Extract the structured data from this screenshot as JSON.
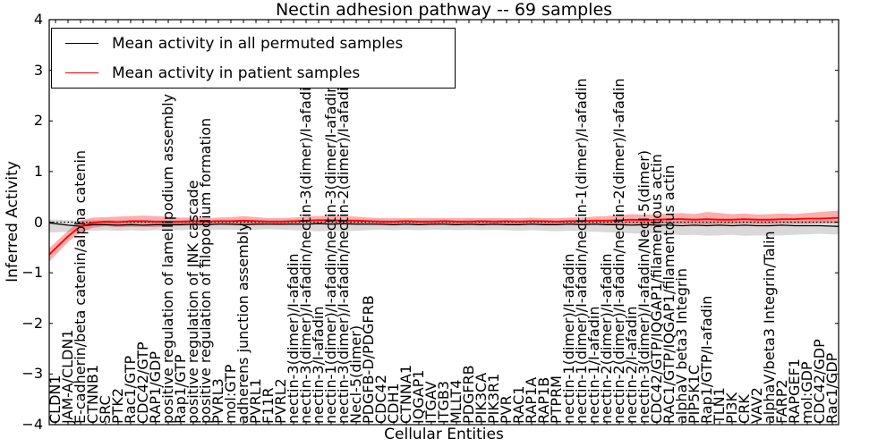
{
  "title": "Nectin adhesion pathway -- 69 samples",
  "axes": {
    "xlabel": "Cellular Entities",
    "ylabel": "Inferred Activity",
    "ylim": [
      -4,
      4
    ],
    "ytick_values": [
      4,
      3,
      2,
      1,
      0,
      -1,
      -2,
      -3,
      -4
    ],
    "ytick_labels": [
      "4",
      "3",
      "2",
      "1",
      "0",
      "−1",
      "−2",
      "−3",
      "−4"
    ]
  },
  "legend": {
    "entries": [
      {
        "label": "Mean activity in all permuted samples",
        "color": "#000000"
      },
      {
        "label": "Mean activity in patient samples",
        "color": "#ff0000"
      }
    ]
  },
  "chart_data": {
    "type": "line",
    "title": "Nectin adhesion pathway -- 69 samples",
    "xlabel": "Cellular Entities",
    "ylabel": "Inferred Activity",
    "ylim": [
      -4,
      4
    ],
    "grid": false,
    "legend_position": "upper left",
    "zero_line_y": 0,
    "categories": [
      "CLDN1",
      "JAM-A/CLDN1",
      "E-cadherin/beta catenin/alpha catenin",
      "CTNNB1",
      "SRC",
      "PTK2",
      "Rac1/GTP",
      "CDC42/GTP",
      "RAP1/GDP",
      "positive regulation of lamellipodium assembly",
      "Rap1/GTP",
      "positive regulation of JNK cascade",
      "positive regulation of filopodium formation",
      "PVRL3",
      "mol:GTP",
      "adherens junction assembly",
      "PVRL1",
      "F11R",
      "PVRL2",
      "nectin-3(dimer)/I-afadin",
      "nectin-3(dimer)/I-afadin/nectin-3(dimer)/I-afadin",
      "nectin-3/I-afadin",
      "nectin-1(dimer)/I-afadin/nectin-3(dimer/I-afadin",
      "nectin-3(dimer)/I-afadin/nectin-2(dimer)/I-afadin",
      "Necl-5(dimer)",
      "PDGFB-D/PDGFRB",
      "CDC42",
      "CDH1",
      "CTNNA1",
      "IQGAP1",
      "ITGAV",
      "ITGB3",
      "MLLT4",
      "PDGFRB",
      "PIK3CA",
      "PIK3R1",
      "PVR",
      "RAC1",
      "RAP1A",
      "RAP1B",
      "PTPRM",
      "nectin-1(dimer)/I-afadin",
      "nectin-1(dimer)/I-afadin/nectin-1(dimer)/I-afadin",
      "nectin-1/I-afadin",
      "nectin-2(dimer)/I-afadin",
      "nectin-2(dimer)/I-afadin/nectin-2(dimer)/I-afadin",
      "nectin-2/I-afadin",
      "nectin-3(dimer)/I-afadin/Necl-5(dimer)",
      "CDC42/GTP/IQGAP1/filamentous actin",
      "RAC1/GTP/IQGAP1/filamentous actin",
      "alphaV beta3 Integrin",
      "PIP5K1C",
      "Rap1/GTP/I-afadin",
      "TLN1",
      "PI3K",
      "CRK",
      "VAV2",
      "alphaV/beta3 Integrin/Talin",
      "FARP2",
      "RAPGEF1",
      "mol:GDP",
      "CDC42/GDP",
      "Rac1/GDP"
    ],
    "series": [
      {
        "name": "Mean activity in all permuted samples",
        "color": "#000000",
        "band_color": "rgba(0,0,0,0.15)",
        "values": [
          -0.03,
          -0.06,
          -0.08,
          -0.05,
          -0.05,
          -0.06,
          -0.05,
          -0.06,
          -0.05,
          -0.05,
          -0.05,
          -0.04,
          -0.05,
          -0.04,
          -0.04,
          -0.05,
          -0.04,
          -0.04,
          -0.04,
          -0.04,
          -0.04,
          -0.03,
          -0.04,
          -0.03,
          -0.04,
          -0.04,
          -0.04,
          -0.05,
          -0.04,
          -0.05,
          -0.04,
          -0.04,
          -0.05,
          -0.04,
          -0.05,
          -0.04,
          -0.05,
          -0.05,
          -0.04,
          -0.05,
          -0.05,
          -0.04,
          -0.05,
          -0.04,
          -0.05,
          -0.05,
          -0.06,
          -0.05,
          -0.06,
          -0.06,
          -0.07,
          -0.06,
          -0.07,
          -0.06,
          -0.07,
          -0.06,
          -0.07,
          -0.07,
          -0.06,
          -0.07,
          -0.07,
          -0.07,
          -0.08
        ],
        "band_hi": [
          0.05,
          0.04,
          0.03,
          0.04,
          0.04,
          0.04,
          0.04,
          0.04,
          0.04,
          0.04,
          0.04,
          0.05,
          0.04,
          0.05,
          0.05,
          0.04,
          0.05,
          0.05,
          0.05,
          0.05,
          0.05,
          0.06,
          0.05,
          0.06,
          0.05,
          0.05,
          0.05,
          0.04,
          0.05,
          0.04,
          0.05,
          0.05,
          0.04,
          0.05,
          0.04,
          0.05,
          0.04,
          0.04,
          0.05,
          0.04,
          0.04,
          0.05,
          0.04,
          0.05,
          0.04,
          0.04,
          0.04,
          0.05,
          0.04,
          0.04,
          0.04,
          0.05,
          0.04,
          0.05,
          0.04,
          0.05,
          0.04,
          0.04,
          0.05,
          0.04,
          0.04,
          0.05,
          0.04
        ],
        "band_lo": [
          -0.2,
          -0.19,
          -0.18,
          -0.17,
          -0.16,
          -0.17,
          -0.16,
          -0.17,
          -0.16,
          -0.15,
          -0.16,
          -0.15,
          -0.16,
          -0.15,
          -0.15,
          -0.16,
          -0.15,
          -0.14,
          -0.15,
          -0.16,
          -0.17,
          -0.18,
          -0.17,
          -0.18,
          -0.17,
          -0.16,
          -0.15,
          -0.16,
          -0.15,
          -0.16,
          -0.15,
          -0.15,
          -0.16,
          -0.15,
          -0.16,
          -0.15,
          -0.16,
          -0.17,
          -0.16,
          -0.17,
          -0.18,
          -0.17,
          -0.18,
          -0.19,
          -0.2,
          -0.21,
          -0.22,
          -0.23,
          -0.22,
          -0.24,
          -0.26,
          -0.25,
          -0.27,
          -0.26,
          -0.25,
          -0.27,
          -0.26,
          -0.27,
          -0.26,
          -0.25,
          -0.24,
          -0.23,
          -0.24
        ]
      },
      {
        "name": "Mean activity in patient samples",
        "color": "#ff0000",
        "band_color": "rgba(255,0,0,0.32)",
        "values": [
          -0.52,
          -0.28,
          -0.08,
          -0.01,
          0.01,
          0.0,
          0.02,
          0.02,
          0.01,
          0.01,
          0.01,
          0.02,
          0.01,
          0.02,
          0.02,
          0.03,
          0.02,
          0.01,
          0.01,
          0.02,
          0.03,
          0.04,
          0.04,
          0.03,
          0.03,
          0.02,
          0.01,
          0.01,
          0.02,
          0.01,
          0.01,
          0.02,
          0.01,
          0.01,
          0.02,
          0.01,
          0.02,
          0.01,
          0.02,
          0.02,
          0.01,
          0.02,
          0.02,
          0.03,
          0.03,
          0.04,
          0.05,
          0.04,
          0.05,
          0.06,
          0.06,
          0.05,
          0.06,
          0.05,
          0.05,
          0.06,
          0.05,
          0.05,
          0.06,
          0.06,
          0.07,
          0.07,
          0.08
        ],
        "band_hi": [
          -0.4,
          -0.17,
          0.04,
          0.09,
          0.1,
          0.11,
          0.12,
          0.13,
          0.12,
          0.11,
          0.09,
          0.09,
          0.08,
          0.09,
          0.1,
          0.12,
          0.1,
          0.08,
          0.08,
          0.09,
          0.11,
          0.12,
          0.13,
          0.12,
          0.11,
          0.09,
          0.08,
          0.08,
          0.08,
          0.08,
          0.08,
          0.08,
          0.08,
          0.08,
          0.08,
          0.08,
          0.08,
          0.08,
          0.09,
          0.08,
          0.08,
          0.09,
          0.09,
          0.11,
          0.12,
          0.14,
          0.16,
          0.15,
          0.16,
          0.17,
          0.18,
          0.16,
          0.2,
          0.18,
          0.16,
          0.17,
          0.15,
          0.16,
          0.17,
          0.16,
          0.18,
          0.2,
          0.22
        ],
        "band_lo": [
          -0.65,
          -0.39,
          -0.2,
          -0.11,
          -0.08,
          -0.1,
          -0.09,
          -0.09,
          -0.1,
          -0.08,
          -0.07,
          -0.06,
          -0.06,
          -0.05,
          -0.06,
          -0.06,
          -0.06,
          -0.05,
          -0.06,
          -0.05,
          -0.05,
          -0.04,
          -0.05,
          -0.05,
          -0.05,
          -0.05,
          -0.06,
          -0.06,
          -0.05,
          -0.06,
          -0.06,
          -0.05,
          -0.06,
          -0.06,
          -0.05,
          -0.06,
          -0.05,
          -0.06,
          -0.05,
          -0.05,
          -0.06,
          -0.05,
          -0.05,
          -0.04,
          -0.05,
          -0.04,
          -0.04,
          -0.05,
          -0.04,
          -0.03,
          -0.04,
          -0.04,
          -0.05,
          -0.04,
          -0.04,
          -0.03,
          -0.04,
          -0.04,
          -0.03,
          -0.03,
          -0.03,
          -0.02,
          -0.02
        ]
      }
    ]
  },
  "colors": {
    "frame": "#000000",
    "background": "#ffffff",
    "permuted_line": "#000000",
    "patient_line": "#ff0000"
  }
}
